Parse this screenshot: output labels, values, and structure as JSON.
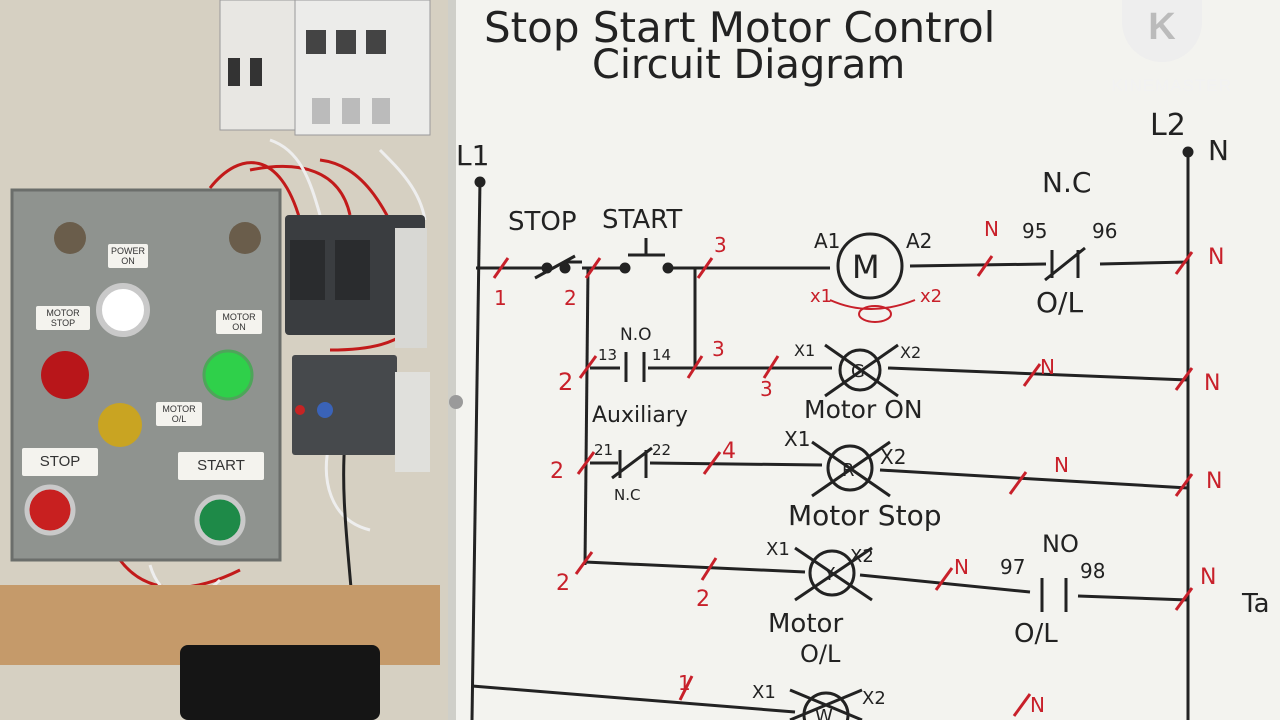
{
  "whiteboard": {
    "title_line1": "Stop Start Motor Control",
    "title_line2": "Circuit Diagram",
    "rail_left": "L1",
    "rail_right": "L2",
    "neutral": "N",
    "rung1": {
      "stop": "STOP",
      "start": "START",
      "wire_labels": [
        "1",
        "2",
        "3"
      ],
      "motor": "M",
      "a1": "A1",
      "a2": "A2",
      "x1": "x1",
      "x2": "x2",
      "n_mark": "N",
      "nc_title": "N.C",
      "t95": "95",
      "t96": "96",
      "ol": "O/L",
      "n_end": "N"
    },
    "rung2": {
      "wire": "2",
      "no_label": "N.O",
      "t13": "13",
      "t14": "14",
      "w3a": "3",
      "w3b": "3",
      "auxiliary": "Auxiliary",
      "x1": "X1",
      "x2": "X2",
      "lamp": "G",
      "lamp_label": "Motor ON",
      "n_mark": "N",
      "n_end": "N"
    },
    "rung3": {
      "wire": "2",
      "t21": "21",
      "t22": "22",
      "nc": "N.C",
      "w4": "4",
      "x1": "X1",
      "x2": "X2",
      "lamp": "R",
      "lamp_label": "Motor Stop",
      "n_mark": "N",
      "n_end": "N"
    },
    "rung4": {
      "wire": "2",
      "w2": "2",
      "x1": "X1",
      "x2": "X2",
      "lamp": "Y",
      "lamp_label_1": "Motor",
      "lamp_label_2": "O/L",
      "n_mark": "N",
      "no_label": "NO",
      "t97": "97",
      "t98": "98",
      "ol": "O/L",
      "n_end": "N",
      "edge_text": "Ta"
    },
    "rung5": {
      "w1": "1",
      "x1": "X1",
      "x2": "X2",
      "lamp": "W",
      "n_mark": "N"
    }
  },
  "control_panel": {
    "power_on": "POWER ON",
    "motor_stop": "MOTOR STOP",
    "motor_on": "MOTOR ON",
    "motor_ol": "MOTOR O/L",
    "stop": "STOP",
    "start": "START"
  },
  "watermark": {
    "logo_letter": "K",
    "brand": "KINEMASTER"
  },
  "colors": {
    "ink": "#222222",
    "red_marker": "#c8202a",
    "green_lamp": "#2fd04a",
    "white_lamp": "#ffffff",
    "red_lamp": "#c01818",
    "yellow_lamp": "#c9a422"
  }
}
